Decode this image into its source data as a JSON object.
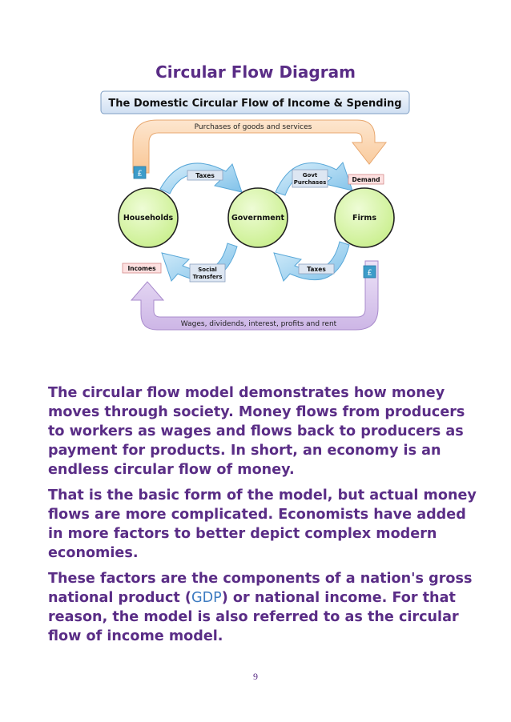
{
  "title": "Circular Flow Diagram",
  "diagram": {
    "banner": "The Domestic Circular Flow of Income & Spending",
    "top_arrow_label": "Purchases of goods and services",
    "bottom_arrow_label": "Wages, dividends, interest, profits and rent",
    "nodes": {
      "households": "Households",
      "government": "Government",
      "firms": "Firms"
    },
    "labels": {
      "taxes_top": "Taxes",
      "govt_purchases_line1": "Govt",
      "govt_purchases_line2": "Purchases",
      "demand": "Demand",
      "incomes": "Incomes",
      "social_transfers_line1": "Social",
      "social_transfers_line2": "Transfers",
      "taxes_bottom": "Taxes",
      "pound_left": "£",
      "pound_right": "£"
    },
    "colors": {
      "orange_arrow": "#fbd3ad",
      "purple_arrow": "#d9c8ec",
      "blue_arrow": "#9fd0ef",
      "node_fill": "#d8f6a3",
      "node_border": "#222222"
    }
  },
  "paragraphs": {
    "p1": "The circular flow model demonstrates how money moves through society. Money flows from producers to workers as wages and flows back to producers as payment for products. In short, an economy is an endless circular flow of money.",
    "p2": "That is the basic form of the model, but actual money flows are more complicated. Economists have added in more factors to better depict complex modern economies.",
    "p3_before": "These factors are the components of a nation's gross national product (",
    "p3_link": "GDP",
    "p3_after": ") or national income. For that reason, the model is also referred to as the circular flow of income model."
  },
  "page_number": "9"
}
